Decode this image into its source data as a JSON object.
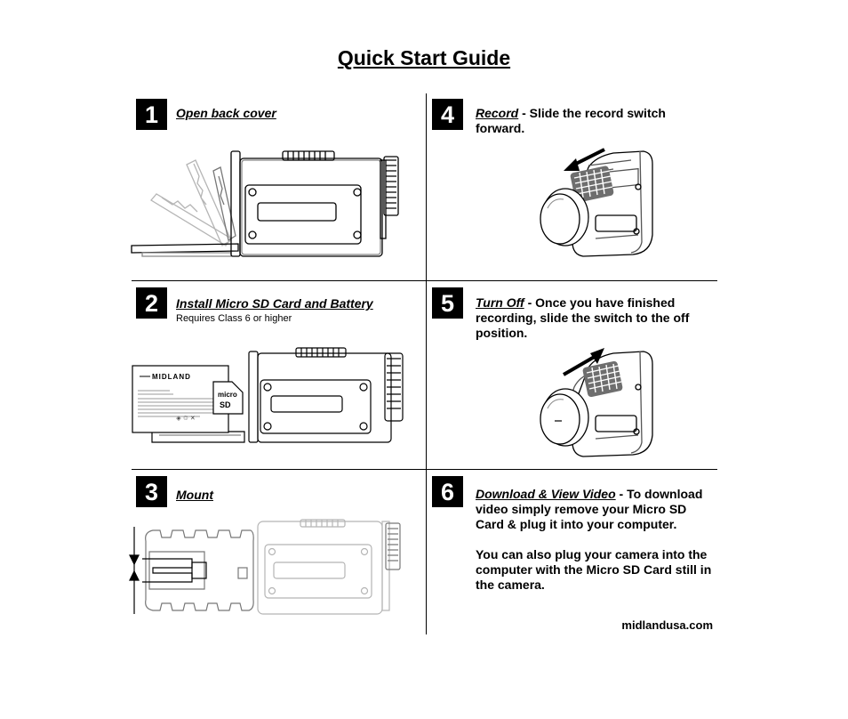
{
  "title": "Quick Start Guide",
  "steps": [
    {
      "number": "1",
      "label": "Open back cover",
      "text": ""
    },
    {
      "number": "2",
      "label": "Install Micro SD Card and Battery",
      "text": "",
      "note": "Requires Class 6 or higher"
    },
    {
      "number": "3",
      "label": "Mount",
      "text": ""
    },
    {
      "number": "4",
      "label": "Record",
      "text": " - Slide the record switch forward."
    },
    {
      "number": "5",
      "label": "Turn Off",
      "text": " - Once you have finished recording, slide the switch to the off position."
    },
    {
      "number": "6",
      "label": "Download & View Video",
      "text": " - To download video simply remove your Micro SD Card & plug it into your computer.",
      "extra": "You can also plug your camera into the computer with the Micro SD Card still in the camera."
    }
  ],
  "battery": {
    "brand": "MIDLAND"
  },
  "sdcard": {
    "text_top": "micro",
    "text_bottom": "SD"
  },
  "footer": {
    "website": "midlandusa.com"
  }
}
